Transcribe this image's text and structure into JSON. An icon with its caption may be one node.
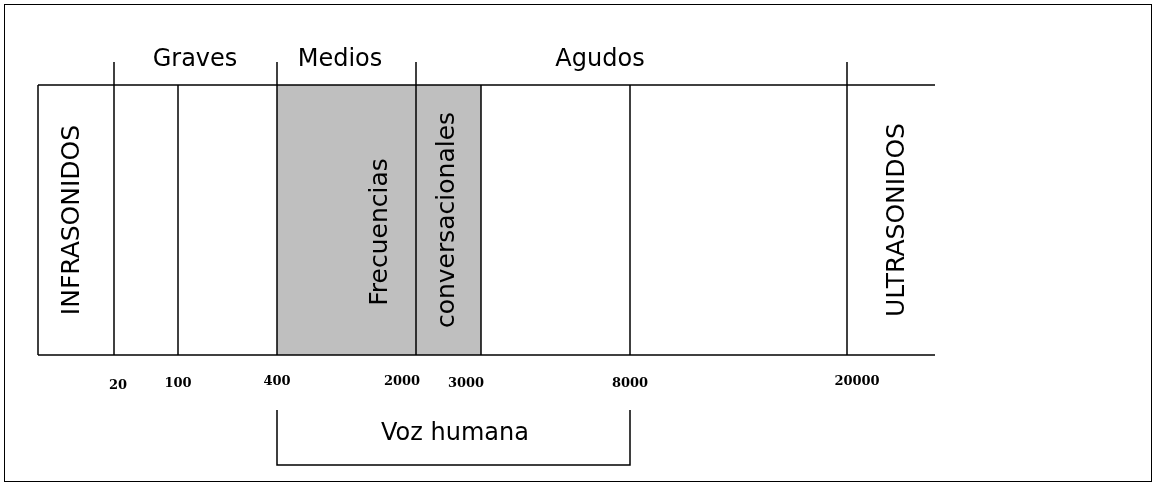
{
  "diagram": {
    "labels": [
      "Graves",
      "Medios",
      "Agudos",
      "INFRASONIDOS",
      "Frecuencias",
      "conversacionales",
      "ULTRASONIDOS",
      "20",
      "100",
      "400",
      "2000",
      "3000",
      "8000",
      "20000",
      "Voz humana"
    ]
  }
}
